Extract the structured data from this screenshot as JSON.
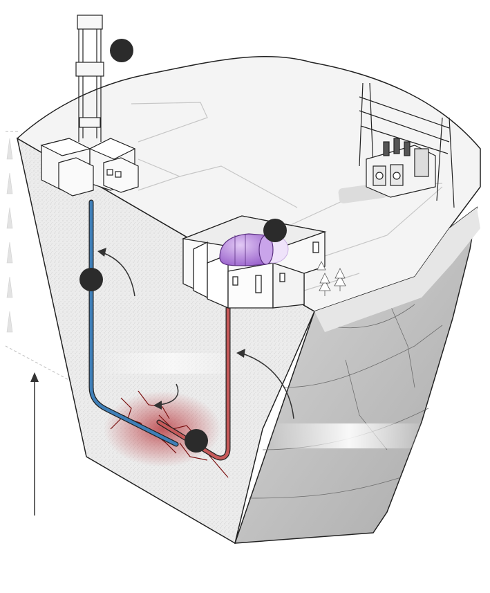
{
  "diagram": {
    "kind": "geothermal-well-cutaway",
    "labels": [],
    "markers": [
      {
        "name": "drilling-rig-marker"
      },
      {
        "name": "power-plant-marker"
      },
      {
        "name": "injection-well-marker"
      },
      {
        "name": "fracture-zone-marker"
      }
    ],
    "colors": {
      "injection_pipe": "#3f7fb8",
      "production_pipe": "#c75a5a",
      "heat_zone": "#b3262c",
      "turbine": "#a877d6",
      "marker": "#2b2b2b",
      "outline": "#222222",
      "ground_top": "#f4f4f4",
      "rock_face": "#e4e4e4",
      "cliff_face": "#c9c9c9"
    },
    "icons": [
      "drilling-rig",
      "power-plant-building",
      "turbine",
      "electrical-substation",
      "pine-tree",
      "flow-arrow"
    ]
  }
}
